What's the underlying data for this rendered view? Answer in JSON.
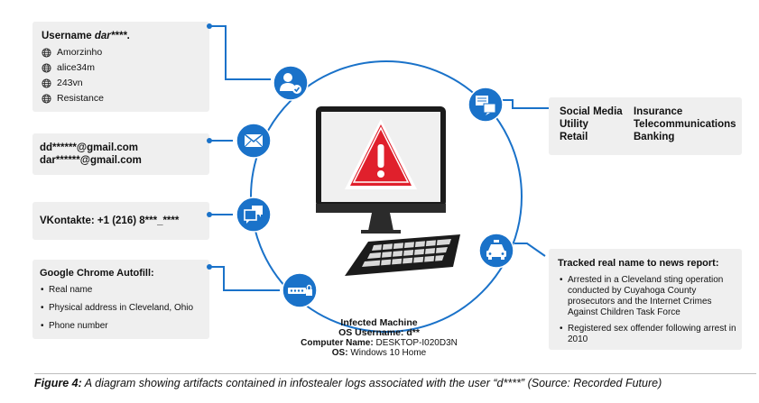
{
  "box_username": {
    "title_prefix": "Username ",
    "title_name": "dar****",
    "title_suffix": ".",
    "accounts": [
      "Amorzinho",
      "alice34m",
      "243vn",
      "Resistance"
    ]
  },
  "box_email": {
    "lines": [
      "dd******@gmail.com",
      "dar******@gmail.com"
    ]
  },
  "box_vk": {
    "text": "VKontakte: +1 (216) 8***_****"
  },
  "box_autofill": {
    "title": "Google Chrome Autofill:",
    "items": [
      "Real name",
      "Physical address in Cleveland, Ohio",
      "Phone number"
    ]
  },
  "box_social": {
    "categories": [
      "Social Media",
      "Insurance",
      "Utility",
      "Telecommunications",
      "Retail",
      "Banking"
    ]
  },
  "box_news": {
    "title": "Tracked real name to news report:",
    "items": [
      "Arrested in a Cleveland sting operation conducted by Cuyahoga County prosecutors and the Internet Crimes Against Children Task Force",
      "Registered sex offender following arrest in 2010"
    ]
  },
  "center": {
    "title": "Infected Machine",
    "os_user": "OS Username: d**",
    "computer_label": "Computer Name:",
    "computer_value": "DESKTOP-I020D3N",
    "os_label": "OS:",
    "os_value": "Windows 10 Home"
  },
  "caption": {
    "label": "Figure 4:",
    "text": " A diagram showing artifacts contained in infostealer logs associated with the user “d****” (Source: Recorded Future)"
  },
  "colors": {
    "accent_blue": "#1a72c9",
    "box_gray": "#efefef",
    "warning_red": "#e0202c"
  },
  "icons": [
    "globe-icon",
    "user-check-icon",
    "envelope-icon",
    "chat-icon",
    "password-icon",
    "messages-icon",
    "police-car-icon",
    "warning-icon"
  ]
}
